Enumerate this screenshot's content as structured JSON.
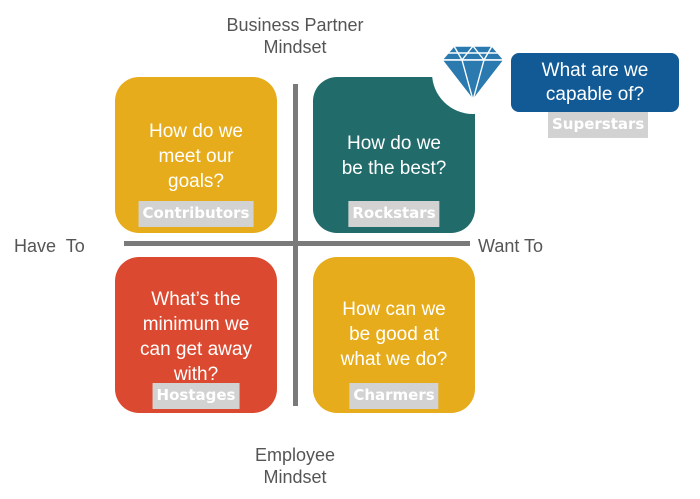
{
  "axes": {
    "top": "Business Partner\nMindset",
    "bottom": "Employee\nMindset",
    "left": "Have  To",
    "right": "Want To"
  },
  "quadrants": [
    {
      "key": "contributors",
      "question": "How do we meet our goals?",
      "label": "Contributors",
      "color": "#e6ac1b"
    },
    {
      "key": "rockstars",
      "question": "How do we be the best?",
      "label": "Rockstars",
      "color": "#226b6b"
    },
    {
      "key": "hostages",
      "question": "What’s the minimum we can get away with?",
      "label": "Hostages",
      "color": "#db4a30"
    },
    {
      "key": "charmers",
      "question": "How can we be good at what we do?",
      "label": "Charmers",
      "color": "#e6ac1b"
    }
  ],
  "superstars": {
    "question": "What are we capable of?",
    "label": "Superstars",
    "color": "#115a96",
    "icon": "diamond-icon"
  }
}
